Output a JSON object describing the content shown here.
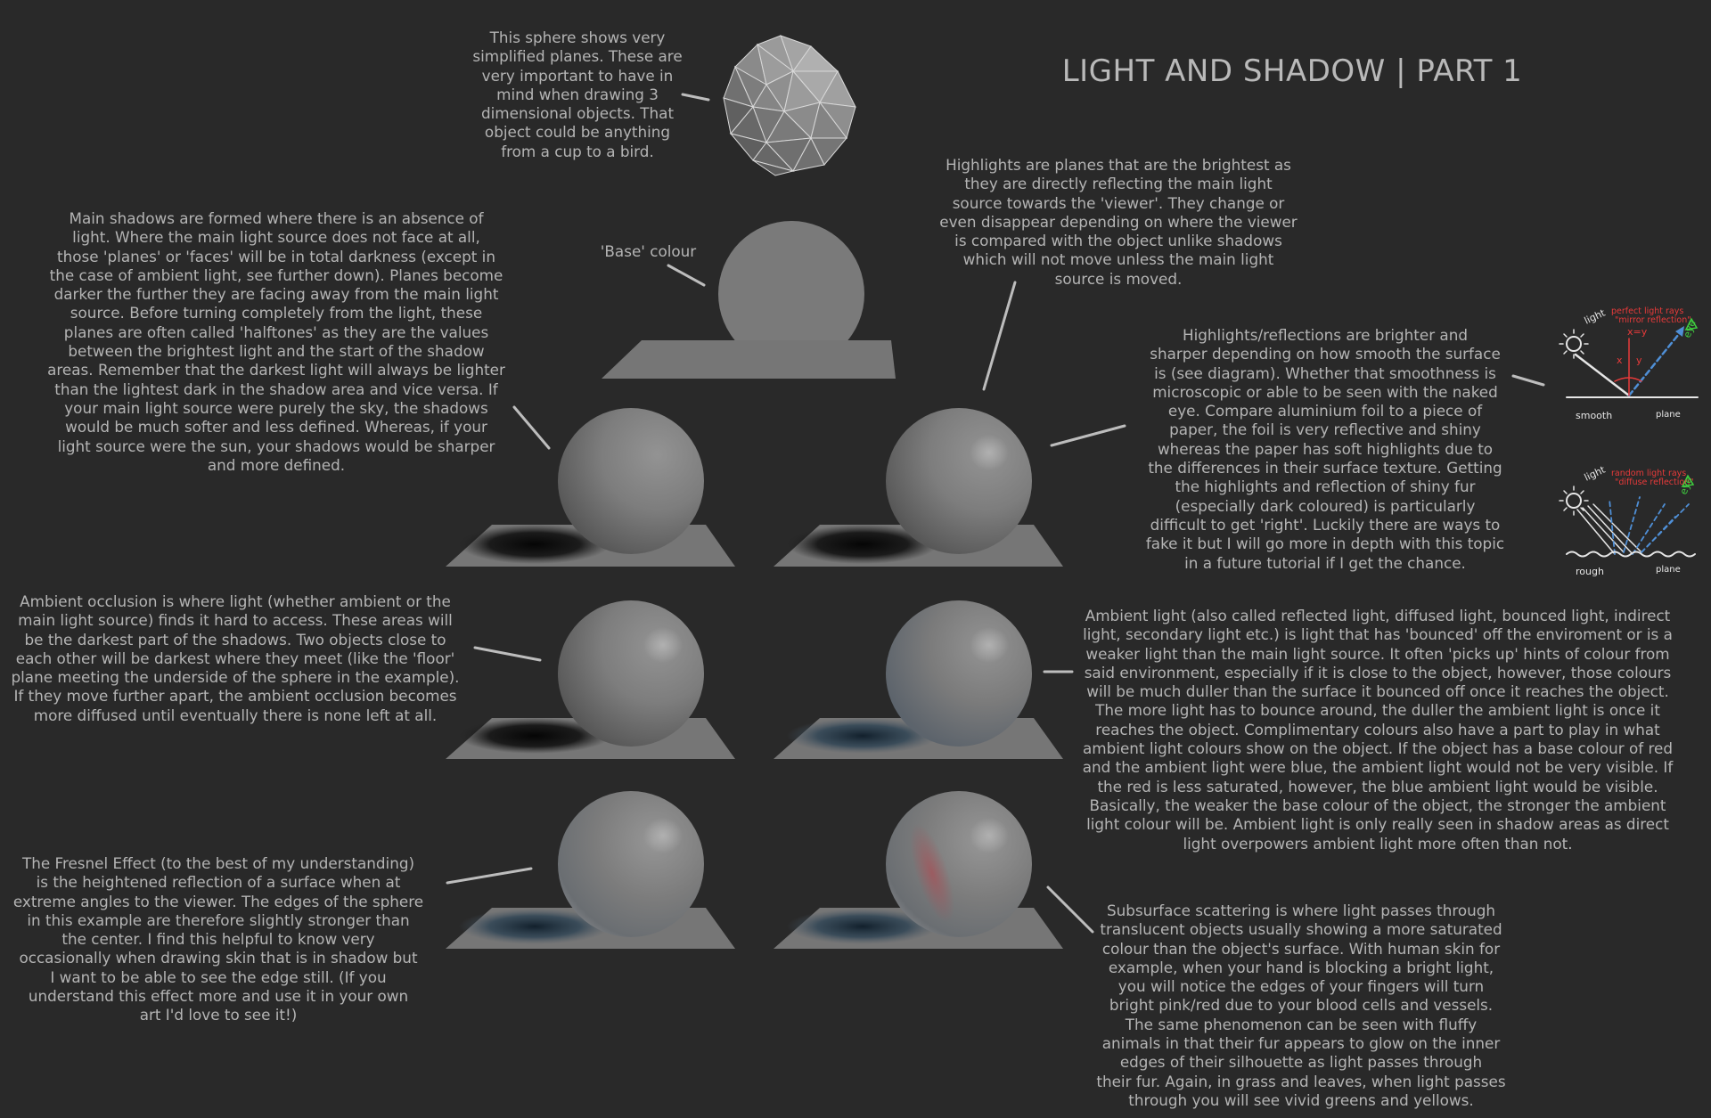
{
  "title": "LIGHT AND SHADOW | PART 1",
  "base_colour_label": "'Base' colour",
  "texts": {
    "planes": "This sphere shows very\nsimplified planes. These are\nvery important to have in\nmind when drawing 3\ndimensional objects. That\nobject could be anything\nfrom a cup to a bird.",
    "highlights": "Highlights are planes that are the brightest as\nthey are directly reflecting the main light\nsource towards the 'viewer'. They change or\neven disappear depending on where the viewer\nis compared with the object unlike shadows\nwhich will not move unless the main light\nsource is moved.",
    "main_shadows": "Main shadows are formed where there is an absence of\nlight. Where the main light source does not face at all,\nthose 'planes' or 'faces' will be in total darkness (except in\nthe case of ambient light, see further down). Planes become\ndarker the further they are facing away from the main light\nsource. Before turning completely from the light, these\nplanes are often called 'halftones' as they are the values\nbetween the brightest light and the start of the shadow\nareas. Remember that the darkest light will always be lighter\nthan the lightest dark in the shadow area and vice versa. If\nyour main light source were purely the sky, the shadows\nwould be much softer and less defined. Whereas, if your\nlight source were the sun, your shadows would be sharper\nand more defined.",
    "reflections": "Highlights/reflections are brighter and\nsharper depending on how smooth the surface\nis (see diagram). Whether that smoothness is\nmicroscopic or able to be seen with the naked\neye. Compare aluminium foil to a piece of\npaper, the foil is very reflective and shiny\nwhereas the paper has soft highlights due to\nthe differences in their surface texture. Getting\nthe highlights and reflection of shiny fur\n(especially dark coloured) is particularly\ndifficult to get 'right'. Luckily there are ways to\nfake it but I will go more in depth with this topic\nin a future tutorial if I get the chance.",
    "ambient_occlusion": "Ambient occlusion is where light (whether ambient or the\nmain light source) finds it hard to access. These areas will\nbe the darkest part of the shadows. Two objects close to\neach other will be darkest where they meet (like the 'floor'\nplane meeting the underside of the sphere in the example).\nIf they move further apart, the ambient occlusion becomes\nmore diffused until eventually there is none left at all.",
    "ambient_light": "Ambient light (also called reflected light, diffused light, bounced light, indirect\nlight, secondary light etc.) is light that has 'bounced' off the enviroment or is a\nweaker light than the main light source. It often 'picks up' hints of colour from\nsaid environment, especially if it is close to the object, however, those colours\nwill be much duller than the surface it bounced off once it reaches the object.\nThe more light has to bounce around, the duller the ambient light is once it\nreaches the object. Complimentary colours also have a part to play in what\nambient light colours show on the object. If the object has a base colour of red\nand the ambient light were blue, the ambient light would not be very visible. If\nthe red is less saturated, however, the blue ambient light would be visible.\nBasically, the weaker the base colour of the object, the stronger the ambient\nlight colour will be. Ambient light is only really seen in shadow areas as direct\nlight overpowers ambient light more often than not.",
    "fresnel": "The Fresnel Effect (to the best of my understanding)\nis the heightened reflection of a surface when at\nextreme angles to the viewer. The edges of the sphere\nin this example are therefore slightly stronger than\nthe center. I find this helpful to know very\noccasionally when drawing skin that is in shadow but\nI want to be able to see the edge still. (If you\nunderstand this effect more and use it in your own\nart I'd love to see it!)",
    "subsurface": "Subsurface scattering is where light passes through\ntranslucent objects usually showing a more saturated\ncolour than the object's surface. With human skin for\nexample, when your hand is blocking a bright light,\nyou will notice the edges of your fingers will turn\nbright pink/red due to your blood cells and vessels.\nThe same phenomenon can be seen with fluffy\nanimals in that their fur appears to glow on the inner\nedges of their silhouette as light passes through\ntheir fur. Again, in grass and leaves, when light passes\nthrough you will see vivid greens and yellows."
  },
  "diagrams": {
    "smooth": {
      "light": "light",
      "caption": "perfect light rays\n\"mirror reflection\"",
      "angles": "x=y",
      "angle_x": "x",
      "angle_y": "y",
      "eye": "eye",
      "surface": "smooth",
      "plane": "plane"
    },
    "rough": {
      "light": "light",
      "caption": "random light rays\n\"diffuse reflection\"",
      "eye": "eye",
      "surface": "rough",
      "plane": "plane"
    }
  },
  "colors": {
    "background": "#292929",
    "text": "#b4b4b4",
    "sphere": "#7a7a7a",
    "floor": "#767676",
    "diagram_red": "#e83a3a",
    "diagram_blue": "#4f8fd6",
    "diagram_green": "#3fcf3f"
  }
}
